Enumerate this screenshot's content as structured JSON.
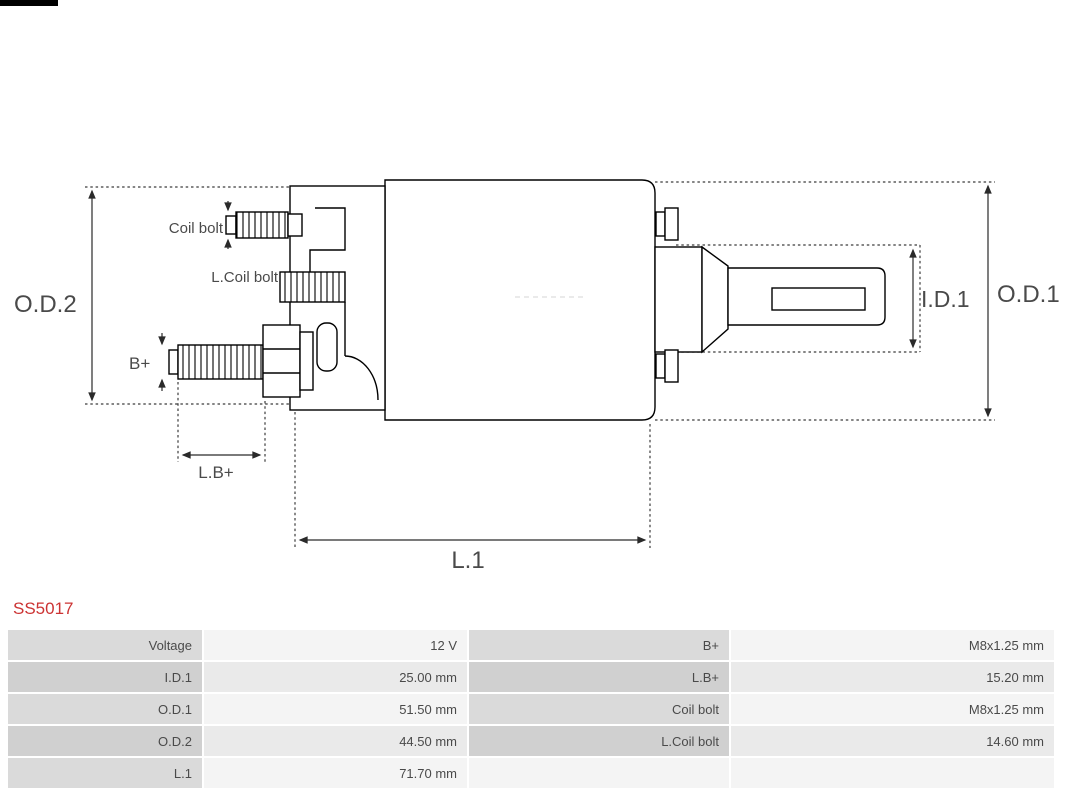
{
  "page": {
    "background": "#ffffff",
    "accent_red": "#cc3333"
  },
  "product": {
    "code": "SS5017"
  },
  "diagram": {
    "labels": {
      "od2": "O.D.2",
      "od1": "O.D.1",
      "id1": "I.D.1",
      "l1": "L.1",
      "lb_plus": "L.B+",
      "b_plus": "B+",
      "coil_bolt": "Coil bolt",
      "l_coil_bolt": "L.Coil bolt"
    }
  },
  "spec_table": {
    "rows": [
      [
        "Voltage",
        "12 V",
        "B+",
        "M8x1.25 mm"
      ],
      [
        "I.D.1",
        "25.00 mm",
        "L.B+",
        "15.20 mm"
      ],
      [
        "O.D.1",
        "51.50 mm",
        "Coil bolt",
        "M8x1.25 mm"
      ],
      [
        "O.D.2",
        "44.50 mm",
        "L.Coil bolt",
        "14.60 mm"
      ],
      [
        "L.1",
        "71.70 mm",
        "",
        ""
      ]
    ]
  }
}
